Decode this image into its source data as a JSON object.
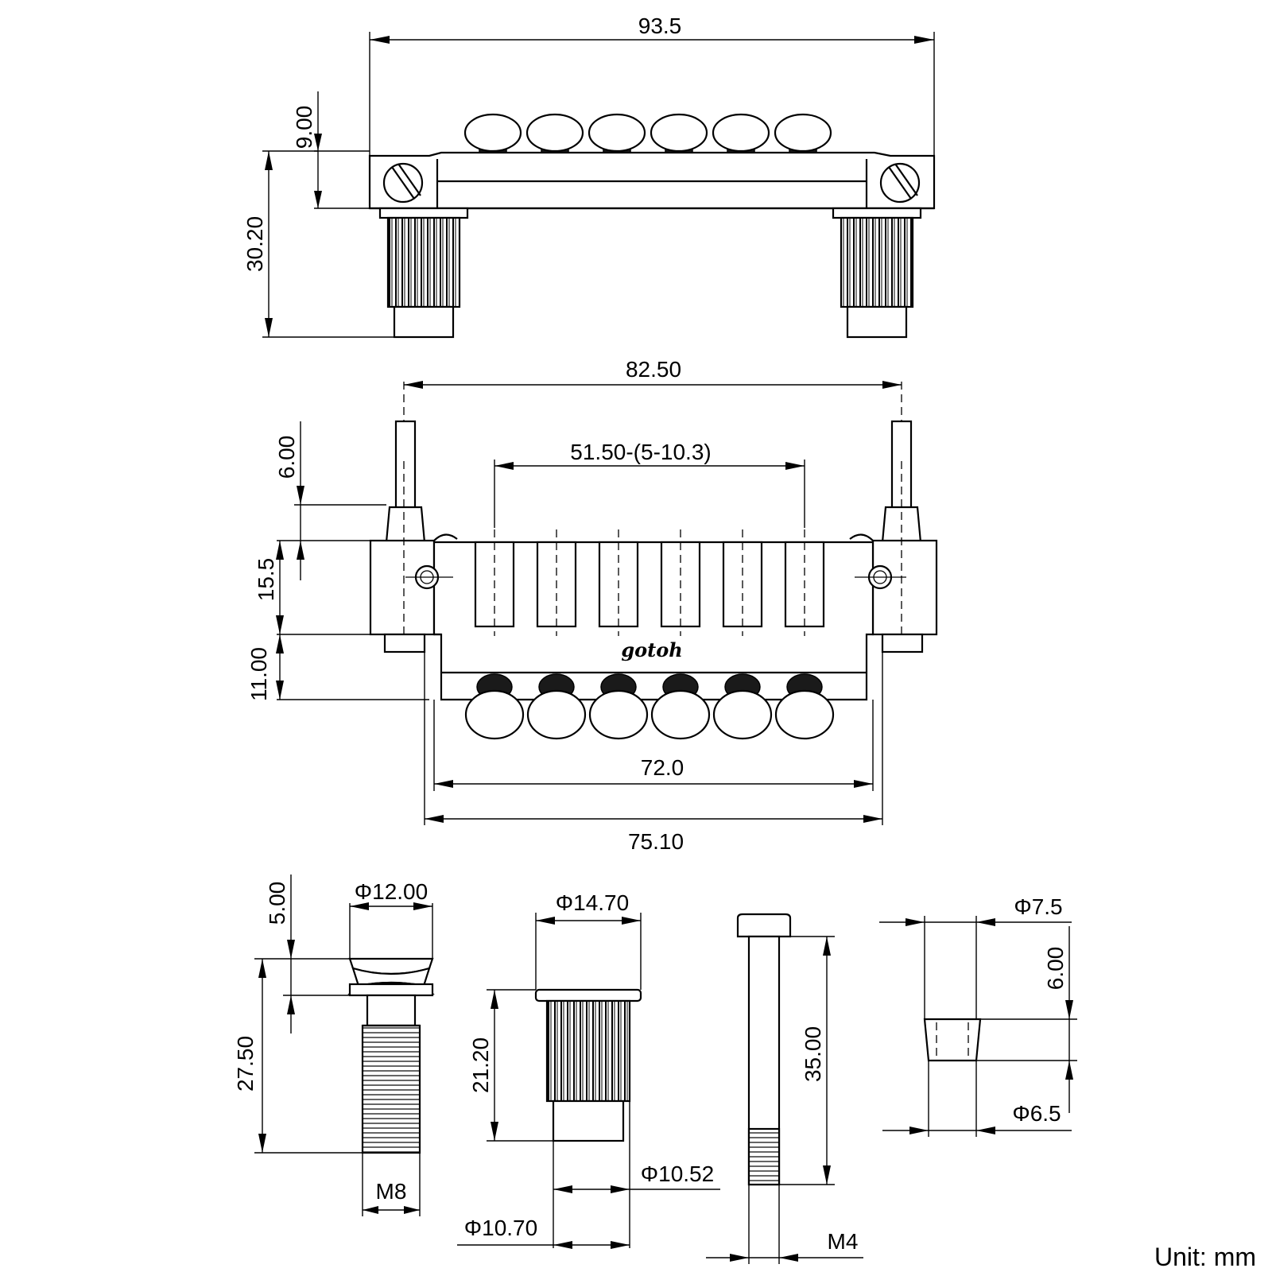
{
  "dimensions": {
    "top_width": "93.5",
    "top_knob_height": "9.00",
    "top_overall_height": "30.20",
    "stud_spacing": "82.50",
    "saddle_range": "51.50-(5-10.3)",
    "stud_upper": "6.00",
    "body_height": "15.5",
    "tail_height": "11.00",
    "inner_width": "72.0",
    "outer_width": "75.10",
    "stud_head_dia": "Φ12.00",
    "stud_head_height": "5.00",
    "stud_length": "27.50",
    "stud_thread": "M8",
    "bushing_flange_dia": "Φ14.70",
    "bushing_length": "21.20",
    "bushing_knurl_dia": "Φ10.52",
    "bushing_bottom_dia": "Φ10.70",
    "pin_length": "35.00",
    "pin_thread": "M4",
    "cap_top_dia": "Φ7.5",
    "cap_height": "6.00",
    "cap_bottom_dia": "Φ6.5"
  },
  "logo_text": "gotoh",
  "unit_label": "Unit: mm"
}
